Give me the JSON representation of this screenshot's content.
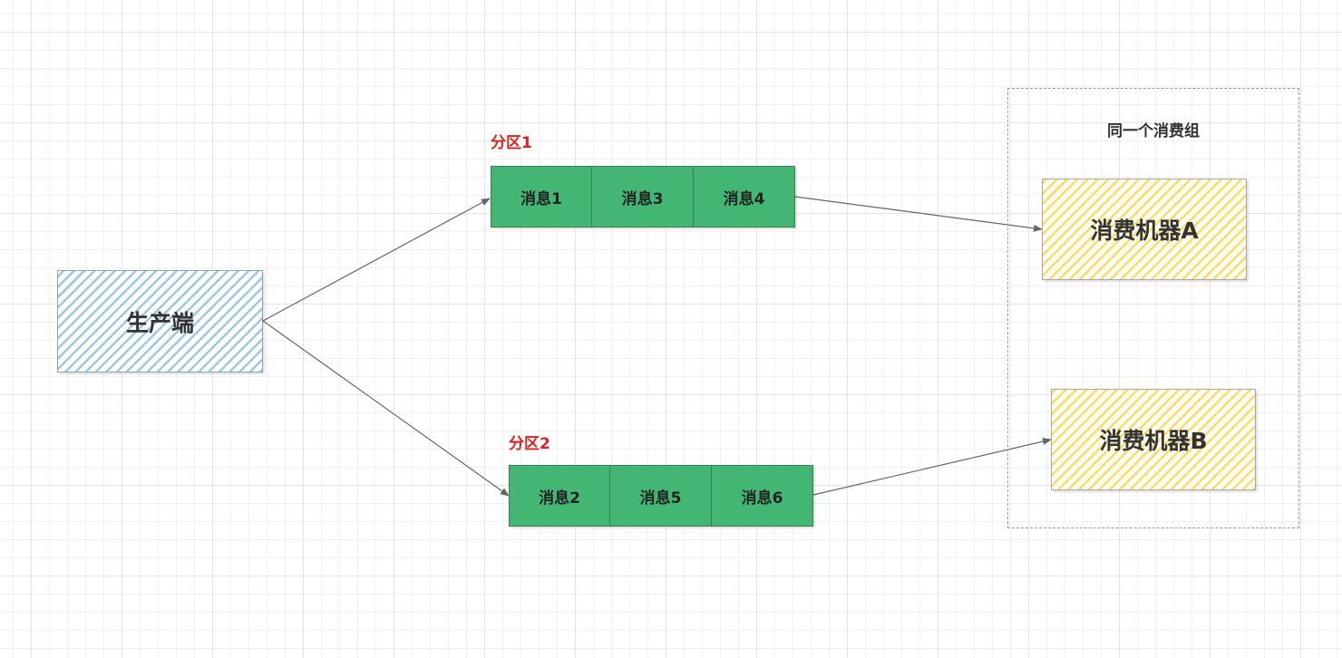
{
  "producer": {
    "label": "生产端"
  },
  "partitions": [
    {
      "label": "分区1",
      "messages": [
        "消息1",
        "消息3",
        "消息4"
      ]
    },
    {
      "label": "分区2",
      "messages": [
        "消息2",
        "消息5",
        "消息6"
      ]
    }
  ],
  "consumer_group": {
    "title": "同一个消费组",
    "consumers": [
      {
        "label": "消费机器A"
      },
      {
        "label": "消费机器B"
      }
    ]
  },
  "colors": {
    "message_fill": "#44b674",
    "partition_label": "#e02020",
    "producer_hatch": "#9ec9dc",
    "consumer_hatch": "#f8dd6a",
    "connector": "#666666"
  }
}
